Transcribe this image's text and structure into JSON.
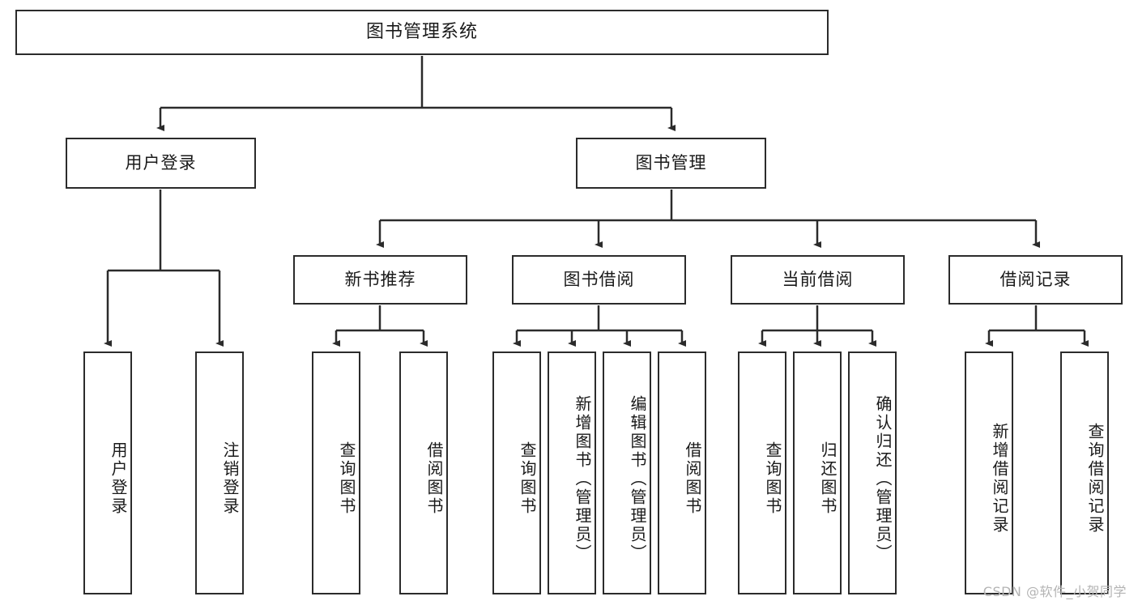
{
  "diagram": {
    "title": "图书管理系统",
    "watermark": "CSDN @软件_小贺同学",
    "colors": {
      "stroke": "#2b2b2b",
      "fill": "#ffffff",
      "text": "#1a1a1a",
      "watermark": "#b4b4b4"
    },
    "root": {
      "label": "图书管理系统"
    },
    "level2": [
      {
        "label": "用户登录"
      },
      {
        "label": "图书管理"
      }
    ],
    "level3": [
      {
        "label": "新书推荐"
      },
      {
        "label": "图书借阅"
      },
      {
        "label": "当前借阅"
      },
      {
        "label": "借阅记录"
      }
    ],
    "leaves": {
      "user_login": [
        {
          "label": "用户登录"
        },
        {
          "label": "注销登录"
        }
      ],
      "new_book": [
        {
          "label": "查询图书"
        },
        {
          "label": "借阅图书"
        }
      ],
      "book_borrow": [
        {
          "label": "查询图书"
        },
        {
          "label": "新增图书（管理员）"
        },
        {
          "label": "编辑图书（管理员）"
        },
        {
          "label": "借阅图书"
        }
      ],
      "current_borrow": [
        {
          "label": "查询图书"
        },
        {
          "label": "归还图书"
        },
        {
          "label": "确认归还（管理员）"
        }
      ],
      "borrow_record": [
        {
          "label": "新增借阅记录"
        },
        {
          "label": "查询借阅记录"
        }
      ]
    }
  }
}
